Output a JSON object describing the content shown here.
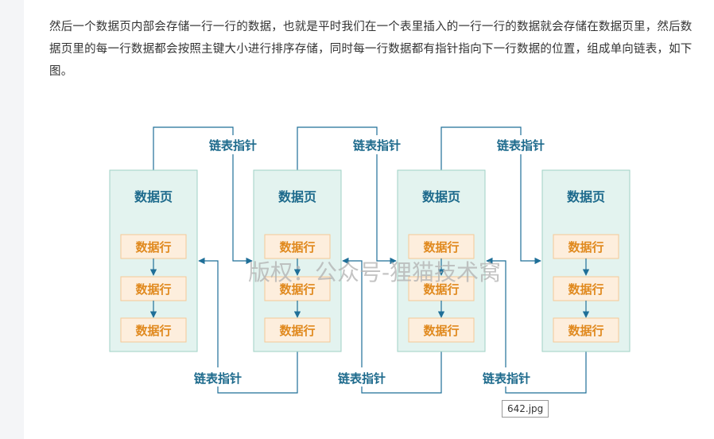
{
  "article": {
    "paragraph": "然后一个数据页内部会存储一行一行的数据，也就是平时我们在一个表里插入的一行一行的数据就会存储在数据页里，然后数据页里的每一行数据都会按照主键大小进行排序存储，同时每一行数据都有指针指向下一行数据的位置，组成单向链表，如下图。"
  },
  "diagram": {
    "pages": [
      {
        "title": "数据页",
        "rows": [
          "数据行",
          "数据行",
          "数据行"
        ]
      },
      {
        "title": "数据页",
        "rows": [
          "数据行",
          "数据行",
          "数据行"
        ]
      },
      {
        "title": "数据页",
        "rows": [
          "数据行",
          "数据行",
          "数据行"
        ]
      },
      {
        "title": "数据页",
        "rows": [
          "数据行",
          "数据行",
          "数据行"
        ]
      }
    ],
    "top_link_labels": [
      "链表指针",
      "链表指针",
      "链表指针"
    ],
    "bottom_link_labels": [
      "链表指针",
      "链表指针",
      "链表指针"
    ],
    "watermark": "版权：公众号-狸猫技术窝",
    "colors": {
      "page_fill": "#e3f3ef",
      "page_border": "#9fd2c4",
      "row_fill": "#fdeedd",
      "row_border": "#f5c896",
      "row_text": "#e0891e",
      "title_text": "#1d6a8c",
      "line": "#1f6f98",
      "label_text": "#1d6a8c",
      "watermark": "#b0b0b0"
    }
  },
  "caption": "642.jpg"
}
